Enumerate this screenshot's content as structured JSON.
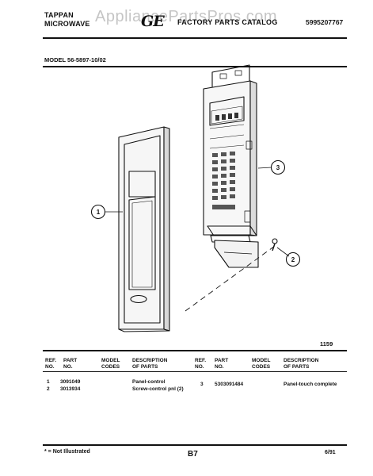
{
  "header": {
    "brand_line1": "TAPPAN",
    "brand_line2": "MICROWAVE",
    "logo_text": "GE",
    "catalog_title": "FACTORY PARTS CATALOG",
    "catalog_number": "5995207767",
    "watermark": "AppliancePartsPros.com"
  },
  "model_line": "MODEL 56-5897-10/02",
  "callouts": [
    "1",
    "3",
    "2"
  ],
  "figure_number": "1159",
  "columns_left": {
    "ref": "REF.\nNO.",
    "part": "PART\nNO.",
    "model": "MODEL\nCODES",
    "desc": "DESCRIPTION\nOF PARTS"
  },
  "columns_right": {
    "ref": "REF.\nNO.",
    "part": "PART\nNO.",
    "model": "MODEL\nCODES",
    "desc": "DESCRIPTION\nOF PARTS"
  },
  "rows_left": [
    {
      "ref": "1",
      "part": "3091049",
      "desc": "Panel-control"
    },
    {
      "ref": "2",
      "part": "3013934",
      "desc": "Screw-control pnl (2)"
    }
  ],
  "rows_right": [
    {
      "ref": "3",
      "part": "5303091484",
      "desc": "Panel-touch complete"
    }
  ],
  "footer": {
    "note": "* = Not Illustrated",
    "page": "B7",
    "date": "6/91"
  }
}
